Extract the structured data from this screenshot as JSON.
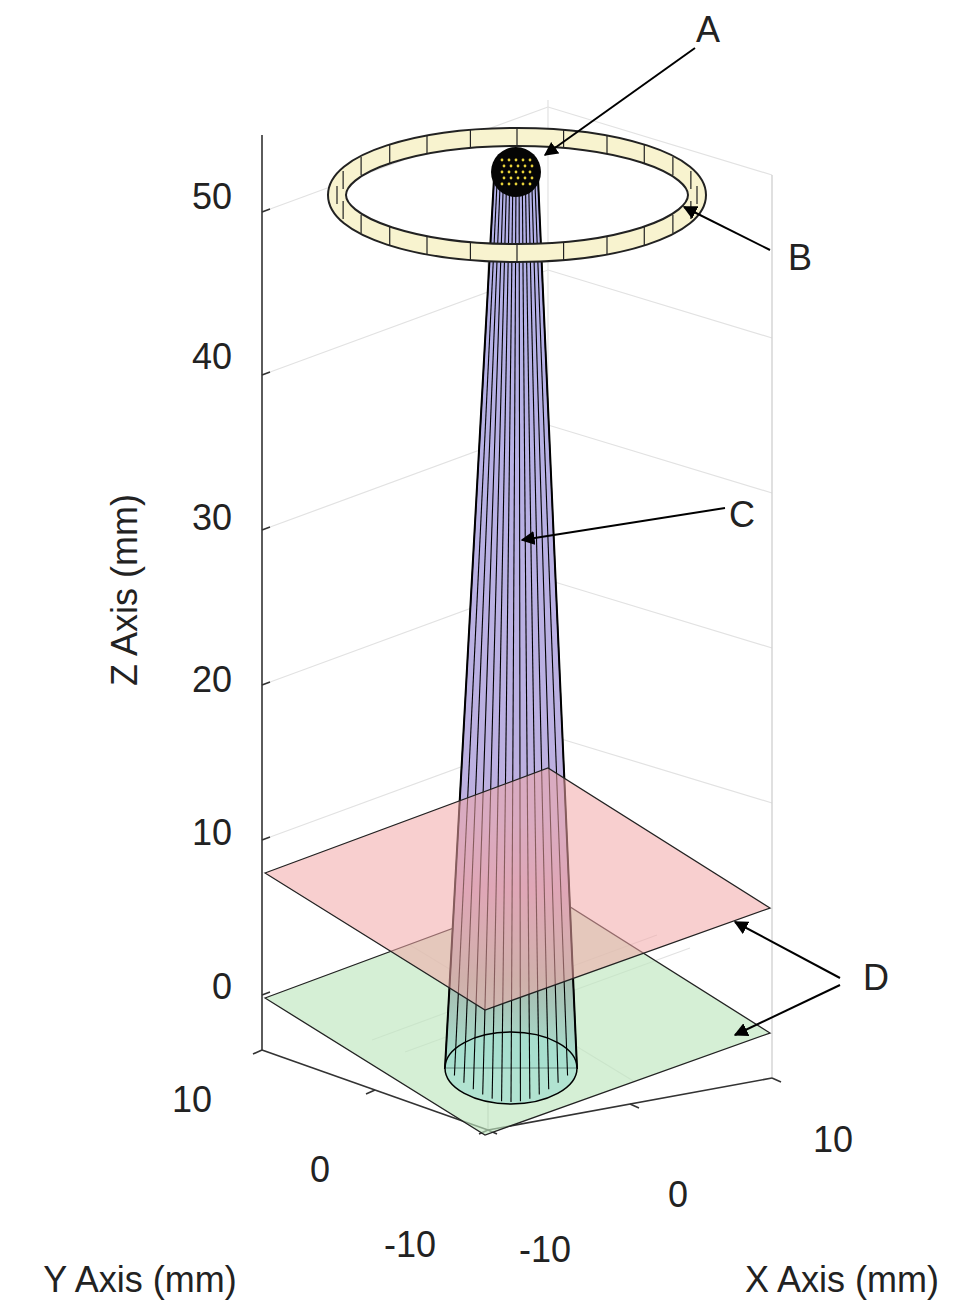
{
  "diagram": {
    "labels": [
      "A",
      "B",
      "C",
      "D",
      "50",
      "40",
      "30",
      "20",
      "10",
      "0",
      "Z Axis (mm)",
      "10",
      "0",
      "-10",
      "Y Axis (mm)",
      "10",
      "0",
      "-10",
      "X Axis (mm)"
    ]
  }
}
